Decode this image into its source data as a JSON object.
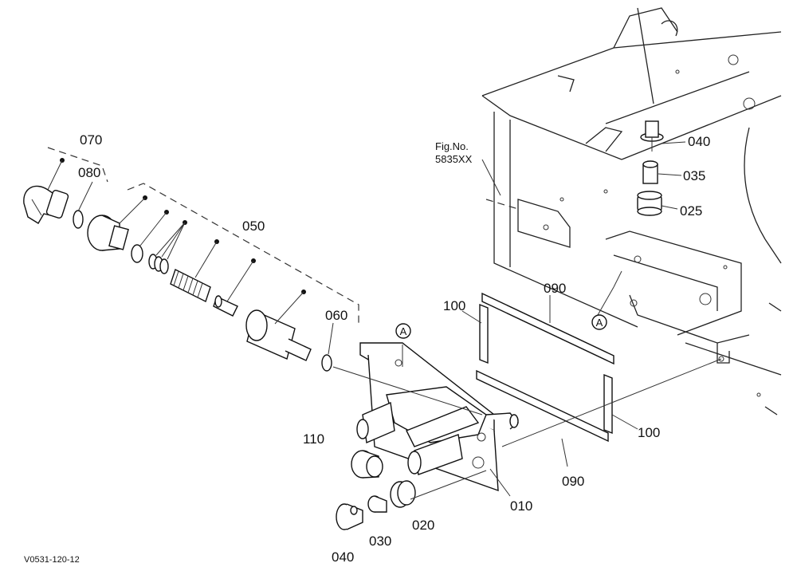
{
  "diagram": {
    "figure_ref": {
      "line1": "Fig.No.",
      "line2": "5835XX"
    },
    "callouts": {
      "p070": "070",
      "p080": "080",
      "p050": "050",
      "p060": "060",
      "p040_top": "040",
      "p035": "035",
      "p025": "025",
      "p090_top": "090",
      "p100_left": "100",
      "p100_right": "100",
      "p090_bottom": "090",
      "p110": "110",
      "p010": "010",
      "p020": "020",
      "p030": "030",
      "p040_bottom": "040"
    },
    "ref_marks": {
      "a_left": "A",
      "a_right": "A"
    },
    "footer_code": "V0531-120-12"
  }
}
